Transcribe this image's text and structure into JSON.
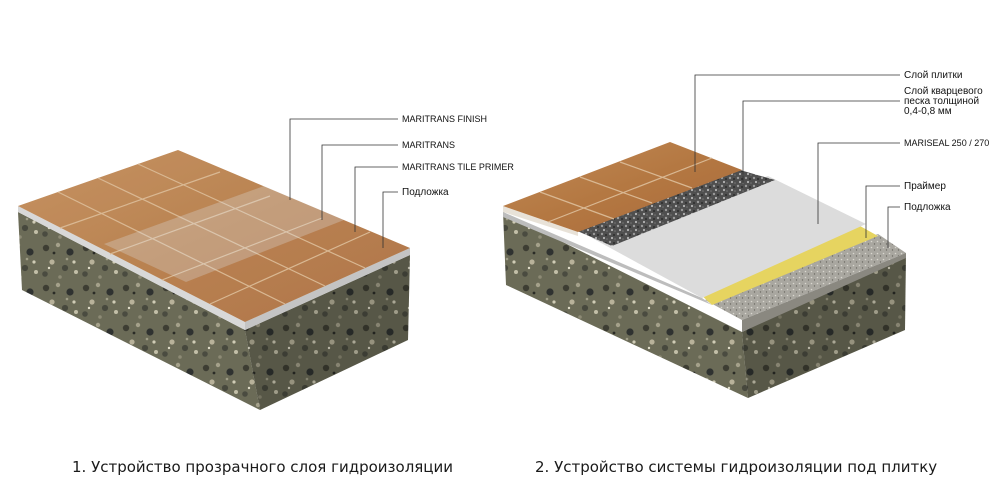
{
  "diagram1": {
    "labels": [
      "MARITRANS FINISH",
      "MARITRANS",
      "MARITRANS TILE PRIMER",
      "Подложка"
    ],
    "caption": "1. Устройство прозрачного слоя гидроизоляции"
  },
  "diagram2": {
    "labels": [
      "Слой плитки",
      "Слой кварцевого",
      "песка толщиной",
      "0,4-0,8 мм",
      "MARISEAL 250 / 270",
      "Праймер",
      "Подложка"
    ],
    "caption": "2. Устройство системы гидроизоляции под плитку"
  },
  "colors": {
    "tile": "#b77a45",
    "tile_light": "#c9955f",
    "grout": "#d9b893",
    "stone": "#6e6e5a",
    "membrane": "#dcdcdc",
    "primer": "#e9d86a",
    "quartz": "#555555"
  }
}
